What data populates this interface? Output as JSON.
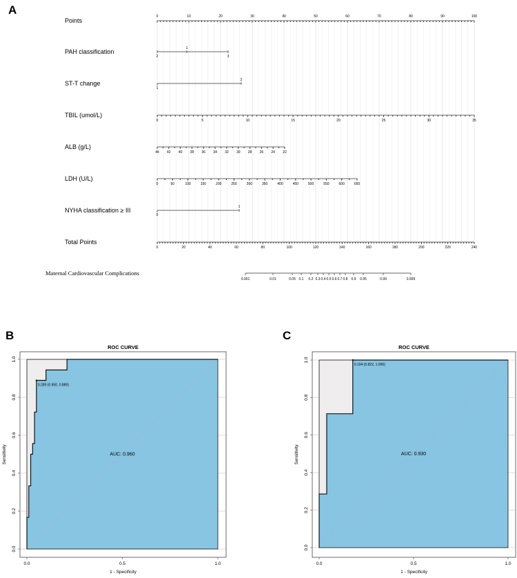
{
  "panels": {
    "a": "A",
    "b": "B",
    "c": "C"
  },
  "chart_data": [
    {
      "type": "nomogram",
      "rows": [
        {
          "label": "Points",
          "ticks": [
            "0",
            "10",
            "20",
            "30",
            "40",
            "50",
            "60",
            "70",
            "80",
            "90",
            "100"
          ]
        },
        {
          "label": "PAH classification",
          "ticks_above": [
            "1"
          ],
          "ticks_below": [
            "2",
            "3"
          ]
        },
        {
          "label": "ST-T change",
          "ticks_above": [
            "2"
          ],
          "ticks_below": [
            "1"
          ]
        },
        {
          "label": "TBIL (umol/L)",
          "ticks": [
            "0",
            "5",
            "10",
            "15",
            "20",
            "25",
            "30",
            "35"
          ]
        },
        {
          "label": "ALB (g/L)",
          "ticks": [
            "44",
            "42",
            "40",
            "38",
            "36",
            "34",
            "32",
            "30",
            "28",
            "26",
            "24",
            "22"
          ]
        },
        {
          "label": "LDH (U/L)",
          "ticks": [
            "0",
            "50",
            "100",
            "150",
            "200",
            "250",
            "300",
            "350",
            "400",
            "450",
            "500",
            "550",
            "600",
            "650"
          ]
        },
        {
          "label": "NYHA classification ≥ III",
          "ticks_above": [
            "1"
          ],
          "ticks_below": [
            "0"
          ]
        },
        {
          "label": "Total Points",
          "ticks": [
            "0",
            "20",
            "40",
            "60",
            "80",
            "100",
            "120",
            "140",
            "160",
            "180",
            "200",
            "220",
            "240"
          ]
        },
        {
          "label": "Maternal Cardiovascular Complications",
          "ticks": [
            "0.001",
            "0.01",
            "0.05",
            "0.1",
            "0.2",
            "0.3",
            "0.4",
            "0.5",
            "0.6",
            "0.7",
            "0.8",
            "0.9",
            "0.95",
            "0.99",
            "0.999"
          ]
        }
      ]
    },
    {
      "type": "line",
      "title": "ROC CURVE",
      "xlabel": "1 - Specificity",
      "ylabel": "Sensitivity",
      "xlim": [
        0,
        1
      ],
      "ylim": [
        0,
        1
      ],
      "xticks": [
        "0.0",
        "0.5",
        "1.0"
      ],
      "yticks": [
        "0.0",
        "0.2",
        "0.4",
        "0.6",
        "0.8",
        "1.0"
      ],
      "auc_label": "AUC: 0.960",
      "cutoff_label": "0.289 (0.950, 0.889)",
      "cutoff_point": [
        0.05,
        0.889
      ],
      "series": [
        {
          "values": [
            [
              0,
              0
            ],
            [
              0,
              0.167
            ],
            [
              0.01,
              0.167
            ],
            [
              0.01,
              0.333
            ],
            [
              0.02,
              0.333
            ],
            [
              0.02,
              0.5
            ],
            [
              0.03,
              0.5
            ],
            [
              0.03,
              0.556
            ],
            [
              0.04,
              0.556
            ],
            [
              0.04,
              0.722
            ],
            [
              0.05,
              0.722
            ],
            [
              0.05,
              0.889
            ],
            [
              0.1,
              0.889
            ],
            [
              0.1,
              0.944
            ],
            [
              0.21,
              0.944
            ],
            [
              0.21,
              1.0
            ],
            [
              1.0,
              1.0
            ]
          ]
        }
      ]
    },
    {
      "type": "line",
      "title": "ROC CURVE",
      "xlabel": "1 - Specificity",
      "ylabel": "Sensitivity",
      "xlim": [
        0,
        1
      ],
      "ylim": [
        0,
        1
      ],
      "xticks": [
        "0.0",
        "0.5",
        "1.0"
      ],
      "yticks": [
        "0.0",
        "0.2",
        "0.4",
        "0.6",
        "0.8",
        "1.0"
      ],
      "auc_label": "AUC: 0.930",
      "cutoff_label": "0.104 (0.822, 1.000)",
      "cutoff_point": [
        0.178,
        1.0
      ],
      "series": [
        {
          "values": [
            [
              0,
              0
            ],
            [
              0,
              0.286
            ],
            [
              0.04,
              0.286
            ],
            [
              0.04,
              0.714
            ],
            [
              0.178,
              0.714
            ],
            [
              0.178,
              1.0
            ],
            [
              1.0,
              1.0
            ]
          ]
        }
      ]
    }
  ]
}
